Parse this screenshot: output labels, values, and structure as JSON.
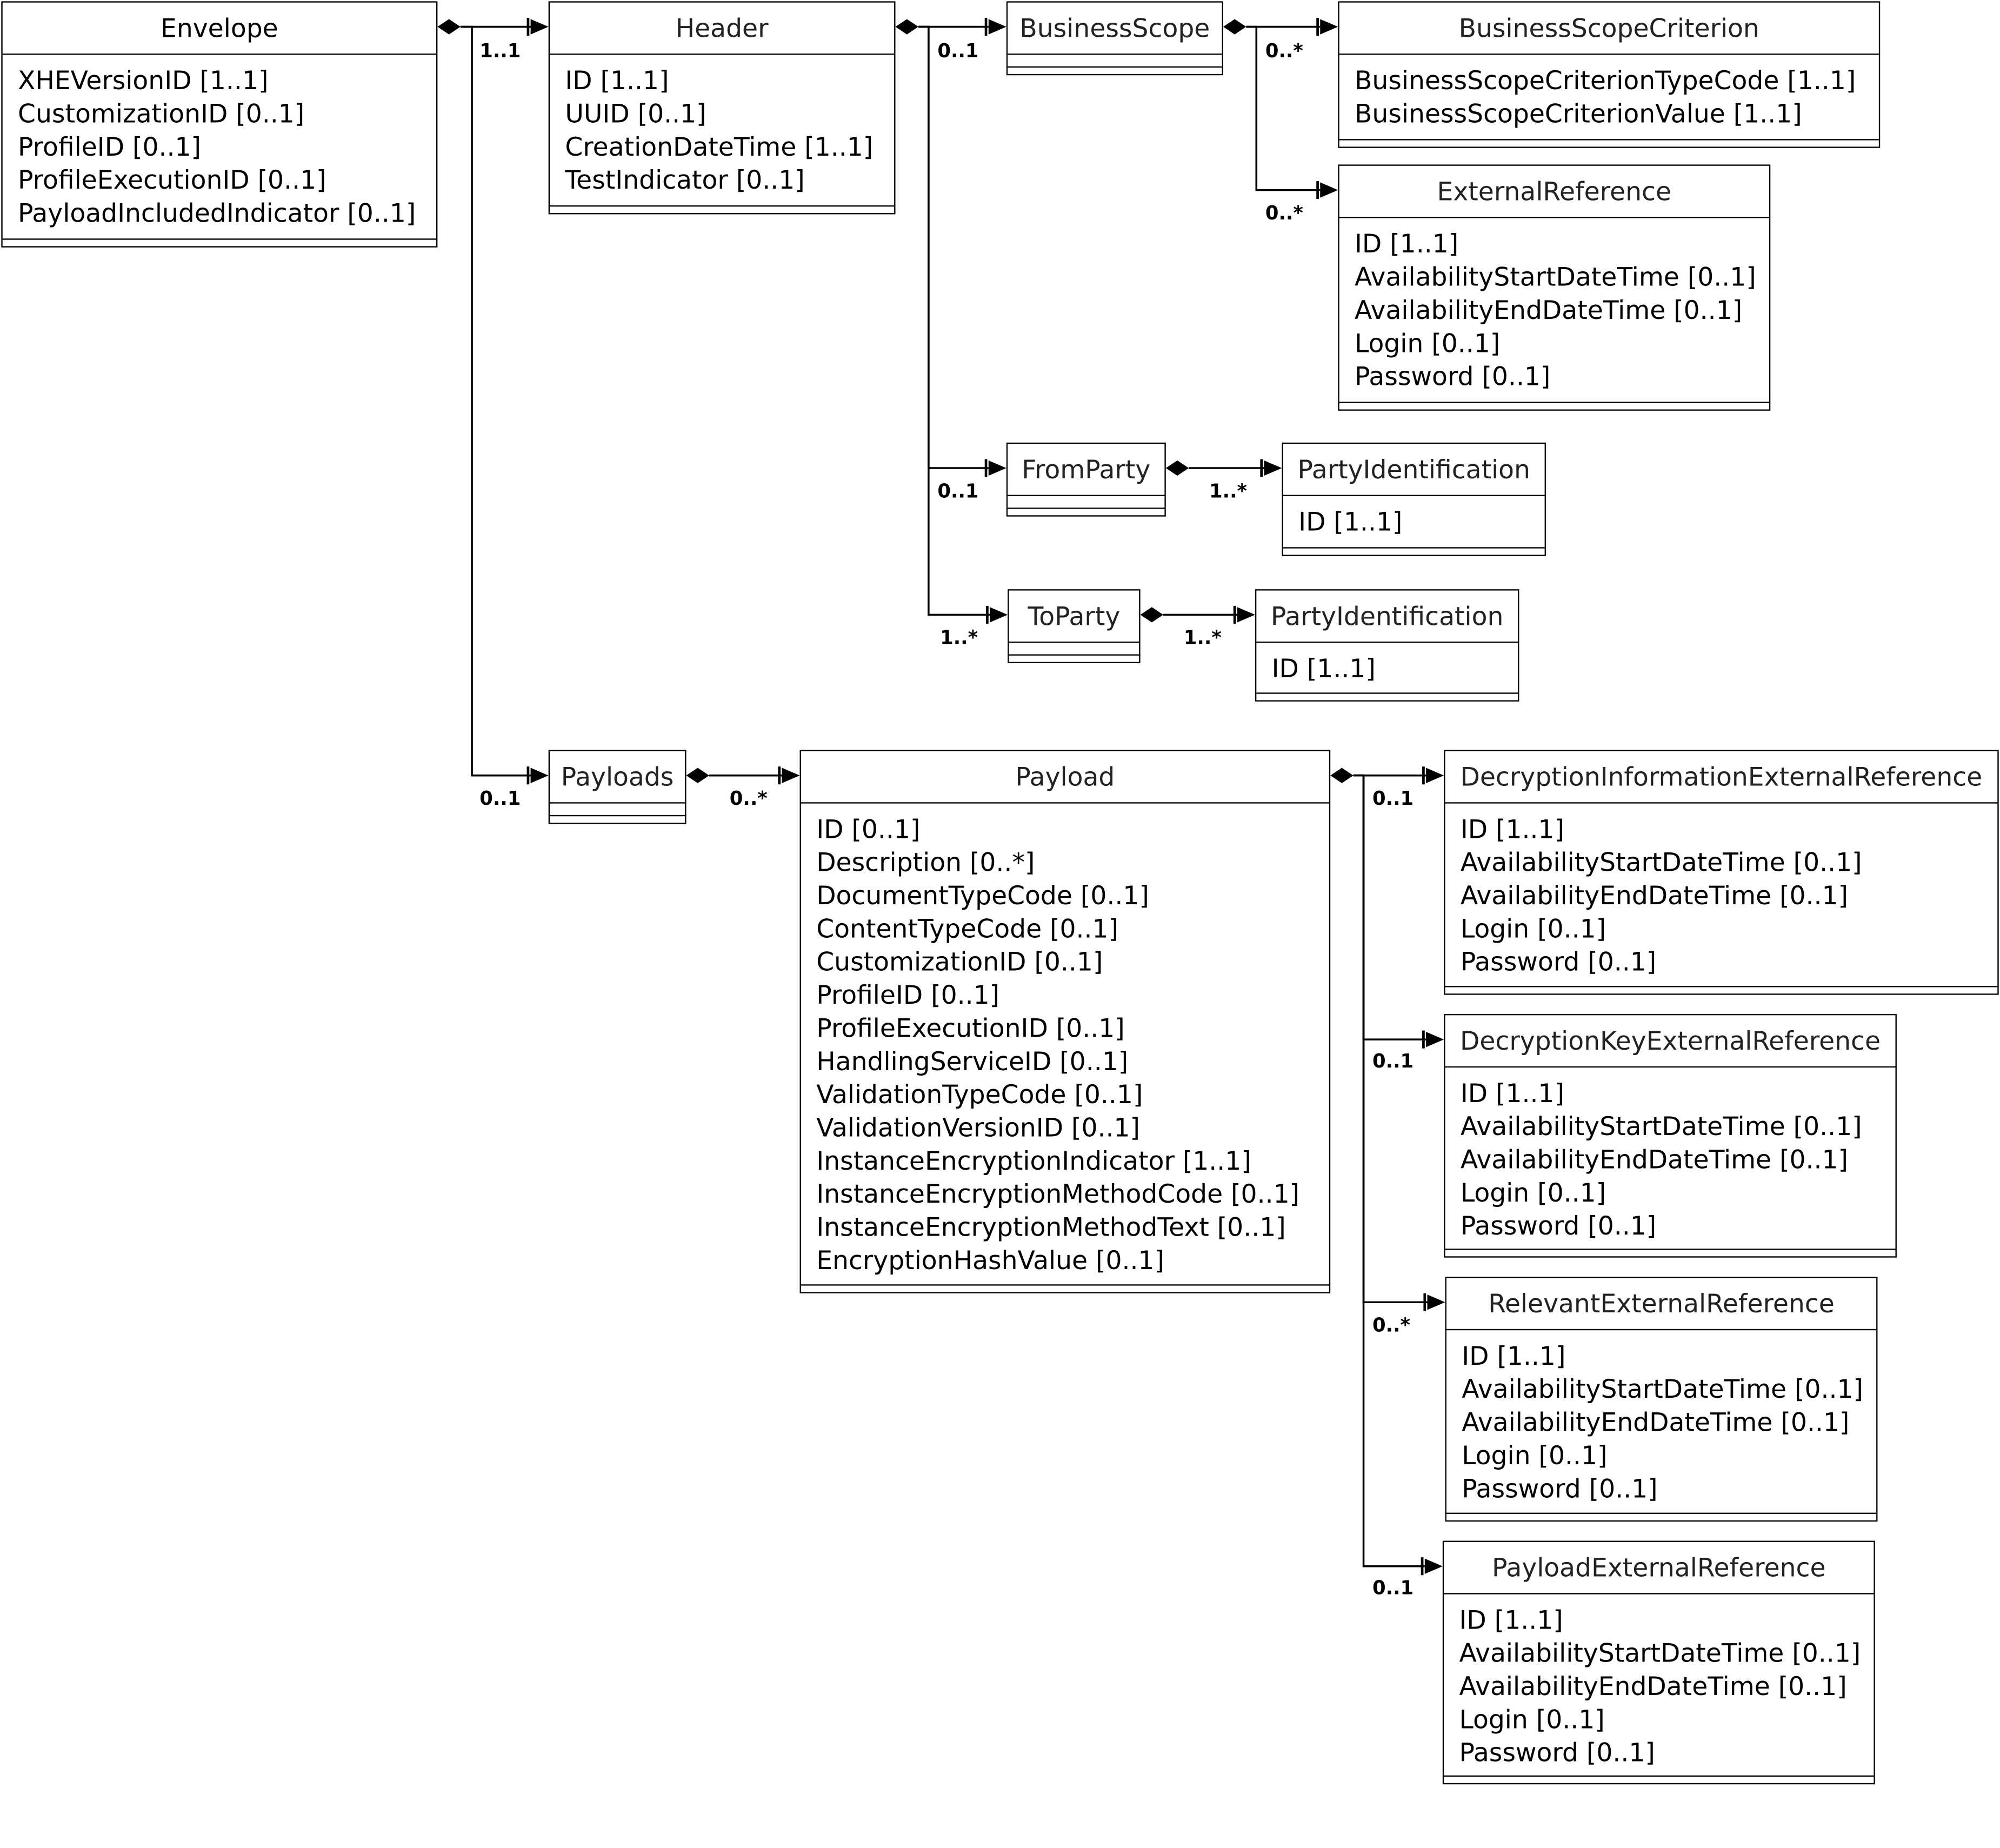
{
  "classes": {
    "envelope": {
      "name": "Envelope",
      "attributes": [
        "XHEVersionID [1..1]",
        "CustomizationID [0..1]",
        "ProfileID [0..1]",
        "ProfileExecutionID [0..1]",
        "PayloadIncludedIndicator [0..1]"
      ]
    },
    "header": {
      "name": "Header",
      "attributes": [
        "ID [1..1]",
        "UUID [0..1]",
        "CreationDateTime [1..1]",
        "TestIndicator [0..1]"
      ]
    },
    "business_scope": {
      "name": "BusinessScope",
      "attributes": []
    },
    "business_scope_criterion": {
      "name": "BusinessScopeCriterion",
      "attributes": [
        "BusinessScopeCriterionTypeCode [1..1]",
        "BusinessScopeCriterionValue [1..1]"
      ]
    },
    "external_reference": {
      "name": "ExternalReference",
      "attributes": [
        "ID [1..1]",
        "AvailabilityStartDateTime [0..1]",
        "AvailabilityEndDateTime [0..1]",
        "Login [0..1]",
        "Password [0..1]"
      ]
    },
    "from_party": {
      "name": "FromParty",
      "attributes": []
    },
    "from_party_identification": {
      "name": "PartyIdentification",
      "attributes": [
        "ID [1..1]"
      ]
    },
    "to_party": {
      "name": "ToParty",
      "attributes": []
    },
    "to_party_identification": {
      "name": "PartyIdentification",
      "attributes": [
        "ID [1..1]"
      ]
    },
    "payloads": {
      "name": "Payloads",
      "attributes": []
    },
    "payload": {
      "name": "Payload",
      "attributes": [
        "ID [0..1]",
        "Description [0..*]",
        "DocumentTypeCode [0..1]",
        "ContentTypeCode [0..1]",
        "CustomizationID [0..1]",
        "ProfileID [0..1]",
        "ProfileExecutionID [0..1]",
        "HandlingServiceID [0..1]",
        "ValidationTypeCode [0..1]",
        "ValidationVersionID [0..1]",
        "InstanceEncryptionIndicator [1..1]",
        "InstanceEncryptionMethodCode [0..1]",
        "InstanceEncryptionMethodText [0..1]",
        "EncryptionHashValue [0..1]"
      ]
    },
    "decryption_information_external_reference": {
      "name": "DecryptionInformationExternalReference",
      "attributes": [
        "ID [1..1]",
        "AvailabilityStartDateTime [0..1]",
        "AvailabilityEndDateTime [0..1]",
        "Login [0..1]",
        "Password [0..1]"
      ]
    },
    "decryption_key_external_reference": {
      "name": "DecryptionKeyExternalReference",
      "attributes": [
        "ID [1..1]",
        "AvailabilityStartDateTime [0..1]",
        "AvailabilityEndDateTime [0..1]",
        "Login [0..1]",
        "Password [0..1]"
      ]
    },
    "relevant_external_reference": {
      "name": "RelevantExternalReference",
      "attributes": [
        "ID [1..1]",
        "AvailabilityStartDateTime [0..1]",
        "AvailabilityEndDateTime [0..1]",
        "Login [0..1]",
        "Password [0..1]"
      ]
    },
    "payload_external_reference": {
      "name": "PayloadExternalReference",
      "attributes": [
        "ID [1..1]",
        "AvailabilityStartDateTime [0..1]",
        "AvailabilityEndDateTime [0..1]",
        "Login [0..1]",
        "Password [0..1]"
      ]
    }
  },
  "associations": [
    {
      "from": "Envelope",
      "to": "Header",
      "multiplicity": "1..1"
    },
    {
      "from": "Envelope",
      "to": "Payloads",
      "multiplicity": "0..1"
    },
    {
      "from": "Header",
      "to": "BusinessScope",
      "multiplicity": "0..1"
    },
    {
      "from": "Header",
      "to": "FromParty",
      "multiplicity": "0..1"
    },
    {
      "from": "Header",
      "to": "ToParty",
      "multiplicity": "1..*"
    },
    {
      "from": "BusinessScope",
      "to": "BusinessScopeCriterion",
      "multiplicity": "0..*"
    },
    {
      "from": "BusinessScope",
      "to": "ExternalReference",
      "multiplicity": "0..*"
    },
    {
      "from": "FromParty",
      "to": "PartyIdentification",
      "multiplicity": "1..*"
    },
    {
      "from": "ToParty",
      "to": "PartyIdentification",
      "multiplicity": "1..*"
    },
    {
      "from": "Payloads",
      "to": "Payload",
      "multiplicity": "0..*"
    },
    {
      "from": "Payload",
      "to": "DecryptionInformationExternalReference",
      "multiplicity": "0..1"
    },
    {
      "from": "Payload",
      "to": "DecryptionKeyExternalReference",
      "multiplicity": "0..1"
    },
    {
      "from": "Payload",
      "to": "RelevantExternalReference",
      "multiplicity": "0..*"
    },
    {
      "from": "Payload",
      "to": "PayloadExternalReference",
      "multiplicity": "0..1"
    }
  ]
}
